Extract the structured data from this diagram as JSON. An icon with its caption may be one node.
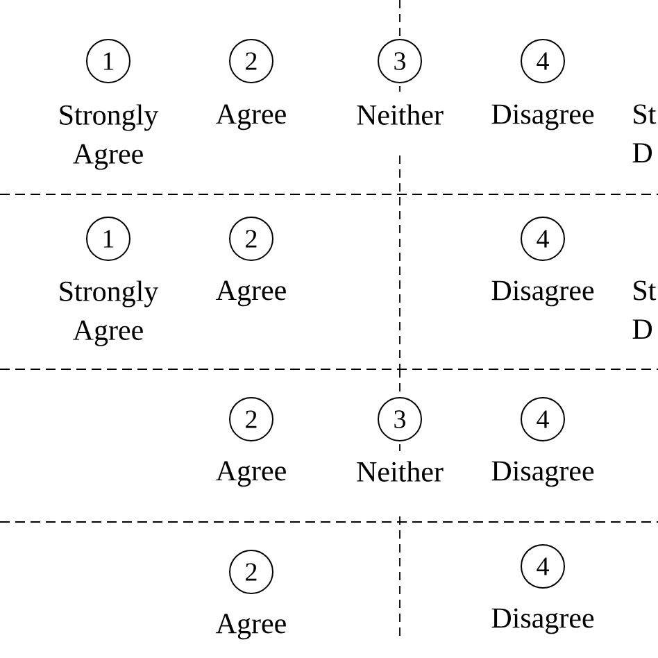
{
  "diagram": {
    "nodes": [
      {
        "text": [
          "1"
        ],
        "beside": [
          "Strongly Agree"
        ]
      },
      {
        "text": [
          "2"
        ],
        "beside": [
          "Agree"
        ]
      },
      {
        "text": [
          "3"
        ],
        "beside": [
          "Neither"
        ]
      },
      {
        "text": [
          "4"
        ],
        "beside": [
          "Disagree"
        ]
      },
      {
        "text": [
          "1"
        ],
        "beside": [
          "Strongly Agree"
        ]
      },
      {
        "text": [
          "2"
        ],
        "beside": [
          "Agree"
        ]
      },
      {
        "text": [
          "4"
        ],
        "beside": [
          "Disagree"
        ]
      },
      {
        "text": [
          "2"
        ],
        "beside": [
          "Agree"
        ]
      },
      {
        "text": [
          "3"
        ],
        "beside": [
          "Neither"
        ]
      },
      {
        "text": [
          "4"
        ],
        "beside": [
          "Disagree"
        ]
      },
      {
        "text": [
          "2"
        ],
        "beside": [
          "Agree"
        ]
      },
      {
        "text": [
          "4"
        ],
        "beside": [
          "Disagree"
        ]
      }
    ],
    "labels": [
      "St",
      "D",
      "St",
      "D"
    ]
  }
}
